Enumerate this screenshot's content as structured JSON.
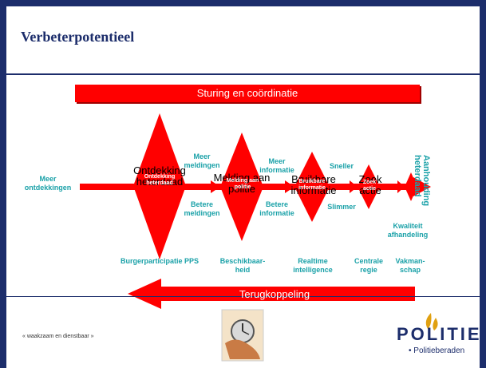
{
  "slide": {
    "title": "Verbeterpotentieel",
    "sturing": "Sturing en coördinatie",
    "terugkoppeling": "Terugkoppeling",
    "left_label": "Meer ontdekkingen",
    "stages": [
      {
        "big": "Ontdekking heterdaad",
        "tiny": "Ontdekking heterdaad",
        "bottom": "Burgerparticipatie PPS"
      },
      {
        "big": "Melding aan politie",
        "tiny": "Melding aan politie",
        "bottom": "Beschikbaar-heid"
      },
      {
        "big": "Bruikbare informatie",
        "tiny": "Bruikbare informatie",
        "bottom": "Realtime intelligence"
      },
      {
        "big": "Zoek actie",
        "tiny": "Zoek actie",
        "bottom": "Centrale regie"
      },
      {
        "bottom": "Vakman-schap"
      }
    ],
    "between": [
      {
        "top": "Meer meldingen",
        "bottom": "Betere meldingen"
      },
      {
        "top": "Meer informatie",
        "bottom": "Betere informatie"
      },
      {
        "top": "Sneller",
        "bottom": "Slimmer"
      }
    ],
    "end_vertical": "Aanhouding heterdaad",
    "kwaliteit": "Kwaliteit afhandeling",
    "motto": "« waakzaam en dienstbaar »",
    "logo_text": "POLITIE",
    "logo_sub": "• Politieberaden"
  },
  "colors": {
    "accent": "#ff0000",
    "teal": "#1aa1a8",
    "navy": "#1c2d6b"
  }
}
